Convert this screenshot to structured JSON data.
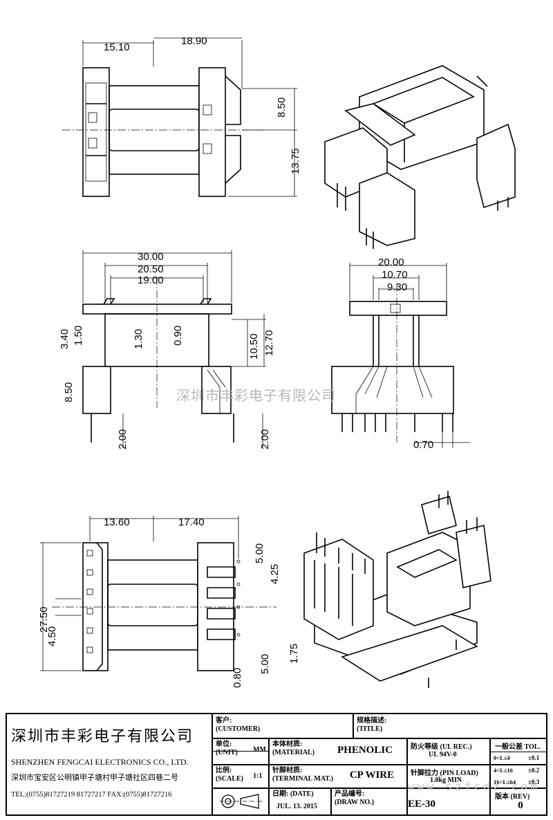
{
  "dimensions": {
    "top_view": [
      "15.10",
      "18.90",
      "8.50",
      "13.75"
    ],
    "front_view": [
      "30.00",
      "20.50",
      "19.00",
      "3.40",
      "1.50",
      "1.30",
      "0.90",
      "10.50",
      "12.70",
      "8.50",
      "2.00",
      "2.00"
    ],
    "side_view": [
      "20.00",
      "10.70",
      "9.30",
      "0.70"
    ],
    "bottom_view": [
      "13.60",
      "17.40",
      "5.00",
      "4.25",
      "27.50",
      "4.50",
      "1.75",
      "5.00",
      "0.80"
    ]
  },
  "watermark": "深圳市丰彩电子有限公司",
  "watermark_url": "www.szfcdz.com",
  "company": {
    "name_cn": "深圳市丰彩电子有限公司",
    "name_en": "SHENZHEN FENGCAI ELECTRONICS CO., LTD.",
    "address": "深圳市宝安区公明镇甲子塘村甲子塘社区四巷二号",
    "tel": "TEL:(0755)81727219  81727217    FAX:(0755)81727216"
  },
  "title_block": {
    "customer_label": "客户:",
    "customer_label_en": "(CUSTOMER)",
    "title_label": "规格描述:",
    "title_label_en": "(TITLE)",
    "unit_label": "单位:",
    "unit_label_en": "(UNIT)",
    "unit_value": "MM",
    "material_label": "本体材质:",
    "material_label_en": "(MATERIAL)",
    "material_value": "PHENOLIC",
    "fire_label": "防火等级 (UL REC.)",
    "fire_value": "UL 94V-0",
    "scale_label": "比例:",
    "scale_label_en": "(SCALE)",
    "scale_value": "1:1",
    "terminal_label": "针脚材质:",
    "terminal_label_en": "(TERMINAL MAT.)",
    "terminal_value": "CP WIRE",
    "pinload_label": "针脚拉力 (PIN LOAD)",
    "pinload_value": "1.0kg MIN",
    "date_label": "日期: (DATE)",
    "date_value": "JUL. 13. 2015",
    "drawno_label": "产品编号:",
    "drawno_label_en": "(DRAW NO.)",
    "drawno_value": "EE-30",
    "tol_label": "一般公差 TOL.",
    "tol_rows": [
      {
        "range": "0<L≤4",
        "tol": "±0.1"
      },
      {
        "range": "4<L≤16",
        "tol": "±0.2"
      },
      {
        "range": "16<L≤64",
        "tol": "±0.3"
      }
    ],
    "rev_label": "版本 (REV)",
    "rev_value": "0"
  }
}
